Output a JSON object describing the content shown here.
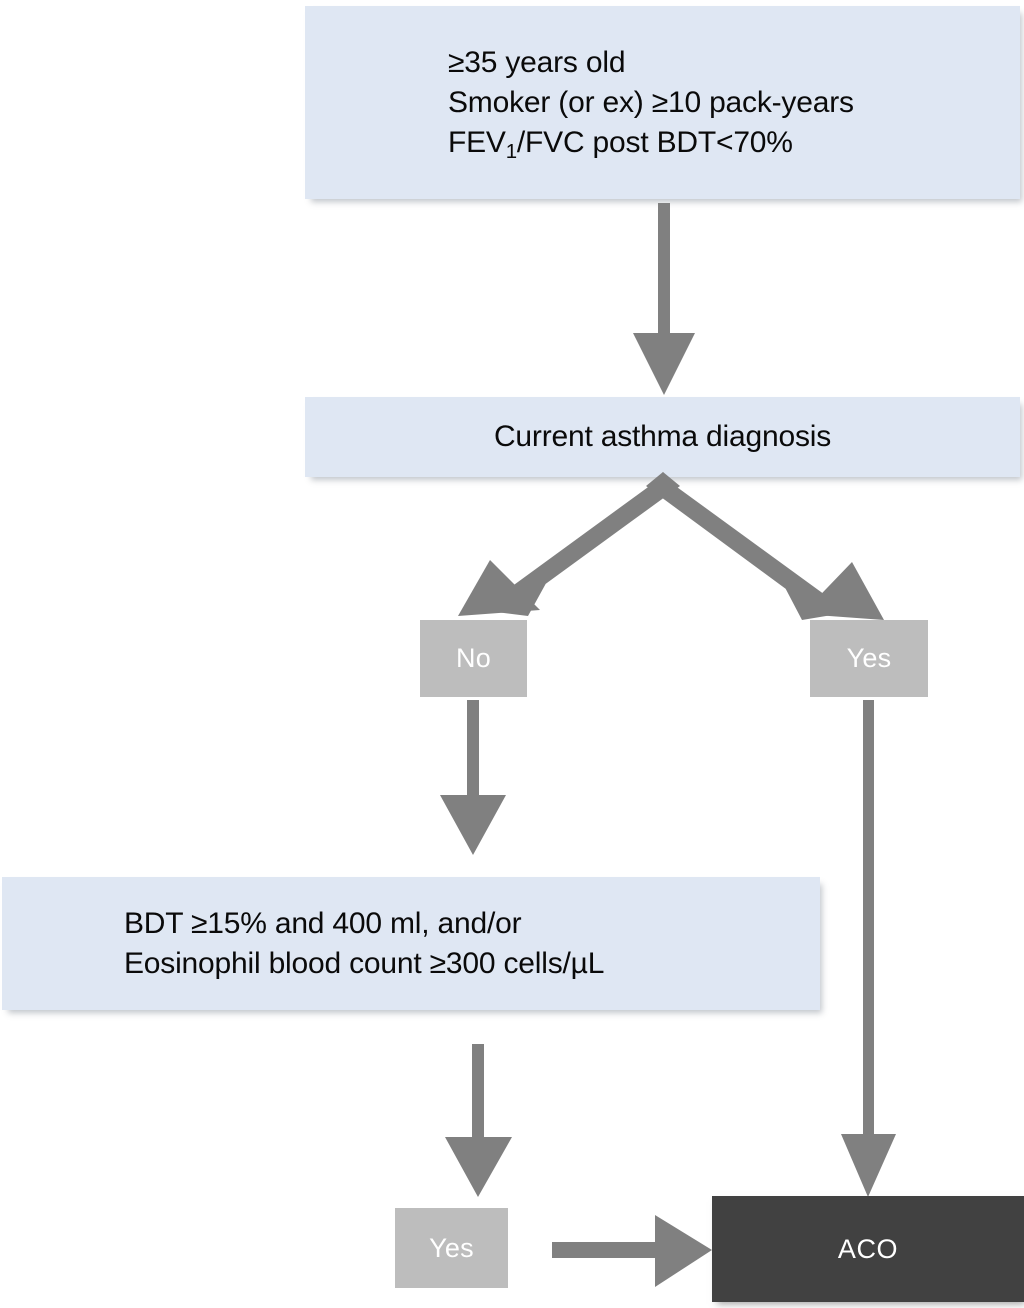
{
  "diagram": {
    "title": "ACO diagnostic algorithm flowchart",
    "colors": {
      "box_blue": "#dfe7f3",
      "box_gray": "#bdbdbd",
      "box_dark": "#414141",
      "arrow_gray": "#808080",
      "text_dark": "#0a0a0a",
      "text_light": "#ffffff",
      "background": "#ffffff"
    },
    "nodes": {
      "criteria_box": {
        "line1": "≥35 years old",
        "line2": "Smoker (or ex) ≥10 pack-years",
        "line3_prefix": "FEV",
        "line3_sub": "1",
        "line3_suffix": "/FVC post BDT<70%"
      },
      "asthma_box": {
        "label": "Current asthma diagnosis"
      },
      "decision_no": {
        "label": "No"
      },
      "decision_yes": {
        "label": "Yes"
      },
      "bdt_box": {
        "line1": "BDT ≥15% and 400 ml, and/or",
        "line2": "Eosinophil blood count ≥300 cells/µL"
      },
      "bdt_yes": {
        "label": "Yes"
      },
      "outcome": {
        "label": "ACO"
      }
    },
    "edges": [
      {
        "name": "criteria-to-asthma",
        "from": "criteria_box",
        "to": "asthma_box",
        "direction": "down"
      },
      {
        "name": "asthma-to-no",
        "from": "asthma_box",
        "to": "decision_no",
        "direction": "down-left"
      },
      {
        "name": "asthma-to-yes",
        "from": "asthma_box",
        "to": "decision_yes",
        "direction": "down-right"
      },
      {
        "name": "no-to-bdt",
        "from": "decision_no",
        "to": "bdt_box",
        "direction": "down"
      },
      {
        "name": "bdt-to-yes",
        "from": "bdt_box",
        "to": "bdt_yes",
        "direction": "down"
      },
      {
        "name": "yes-to-aco",
        "from": "bdt_yes",
        "to": "outcome",
        "direction": "right"
      },
      {
        "name": "asthma-yes-to-aco",
        "from": "decision_yes",
        "to": "outcome",
        "direction": "down"
      }
    ]
  }
}
